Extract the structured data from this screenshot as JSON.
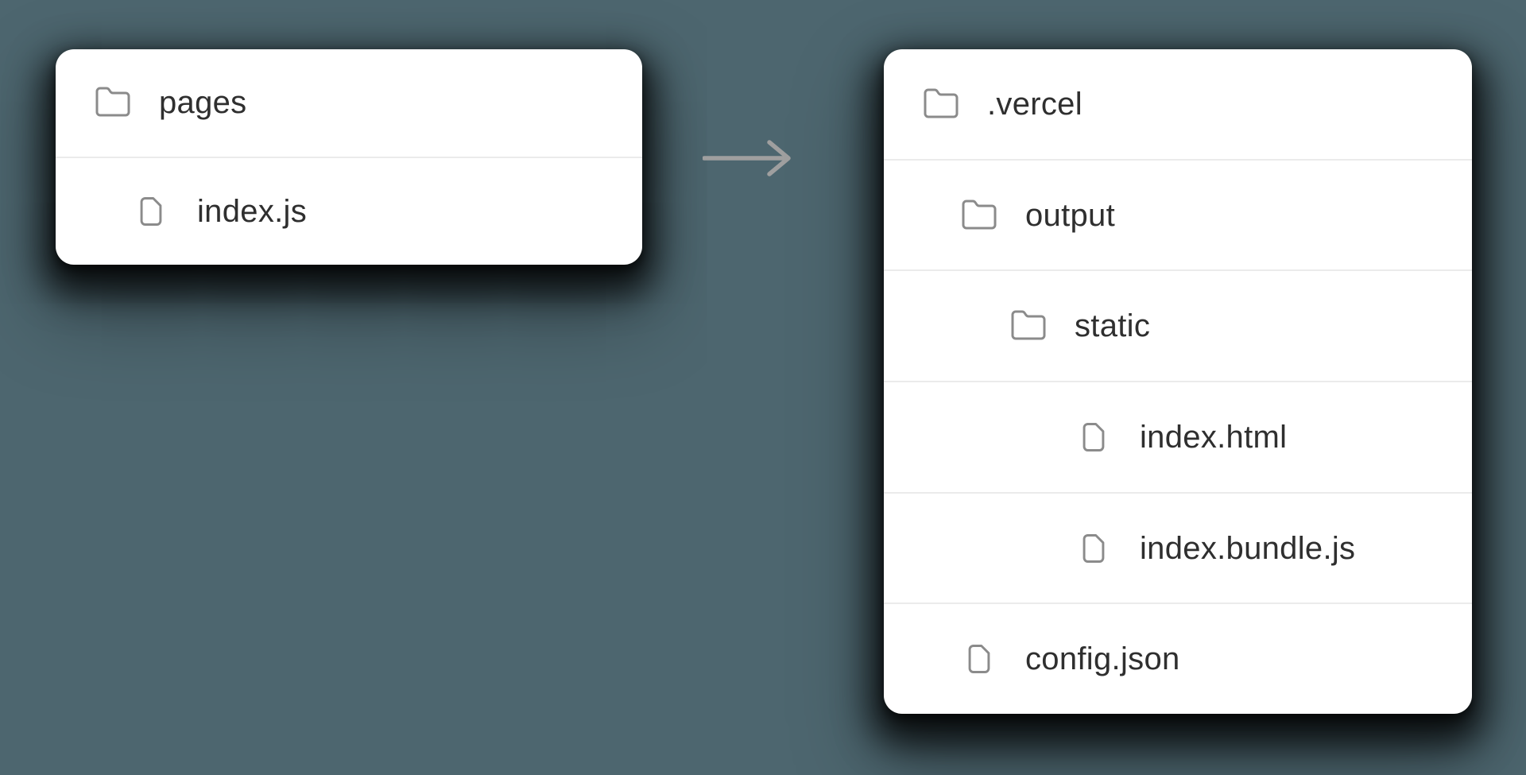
{
  "colors": {
    "background": "#4d666f",
    "card": "#ffffff",
    "text": "#2f2f2f",
    "divider": "#ebebeb",
    "icon_stroke": "#8b8b8b",
    "arrow": "#9f9f9f"
  },
  "left_panel": {
    "items": [
      {
        "label": "pages",
        "type": "folder",
        "icon": "folder-icon",
        "level": 0
      },
      {
        "label": "index.js",
        "type": "file",
        "icon": "file-icon",
        "level": 1
      }
    ]
  },
  "arrow": {
    "icon": "arrow-right-icon",
    "direction": "right"
  },
  "right_panel": {
    "items": [
      {
        "label": ".vercel",
        "type": "folder",
        "icon": "folder-icon",
        "level": 0
      },
      {
        "label": "output",
        "type": "folder",
        "icon": "folder-icon",
        "level": 1
      },
      {
        "label": "static",
        "type": "folder",
        "icon": "folder-icon",
        "level": 2
      },
      {
        "label": "index.html",
        "type": "file",
        "icon": "file-icon",
        "level": 3
      },
      {
        "label": "index.bundle.js",
        "type": "file",
        "icon": "file-icon",
        "level": 3
      },
      {
        "label": "config.json",
        "type": "file",
        "icon": "file-icon",
        "level": 1
      }
    ]
  }
}
